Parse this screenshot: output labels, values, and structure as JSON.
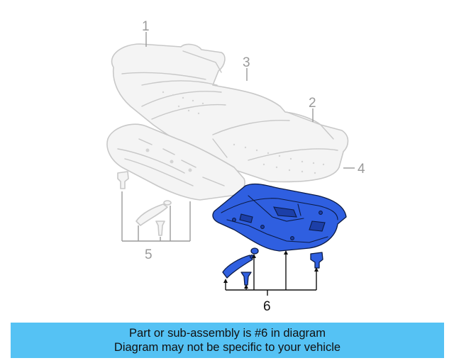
{
  "callouts": {
    "c1": "1",
    "c2": "2",
    "c3": "3",
    "c4": "4",
    "c5": "5",
    "c6": "6"
  },
  "banner": {
    "line1": "Part or sub-assembly is #6 in diagram",
    "line2": "Diagram may not be specific to your vehicle"
  },
  "colors": {
    "highlight_part": "#2f5fe0",
    "ghost_parts": "#c8c8c8",
    "banner_background": "#55c2f4"
  }
}
